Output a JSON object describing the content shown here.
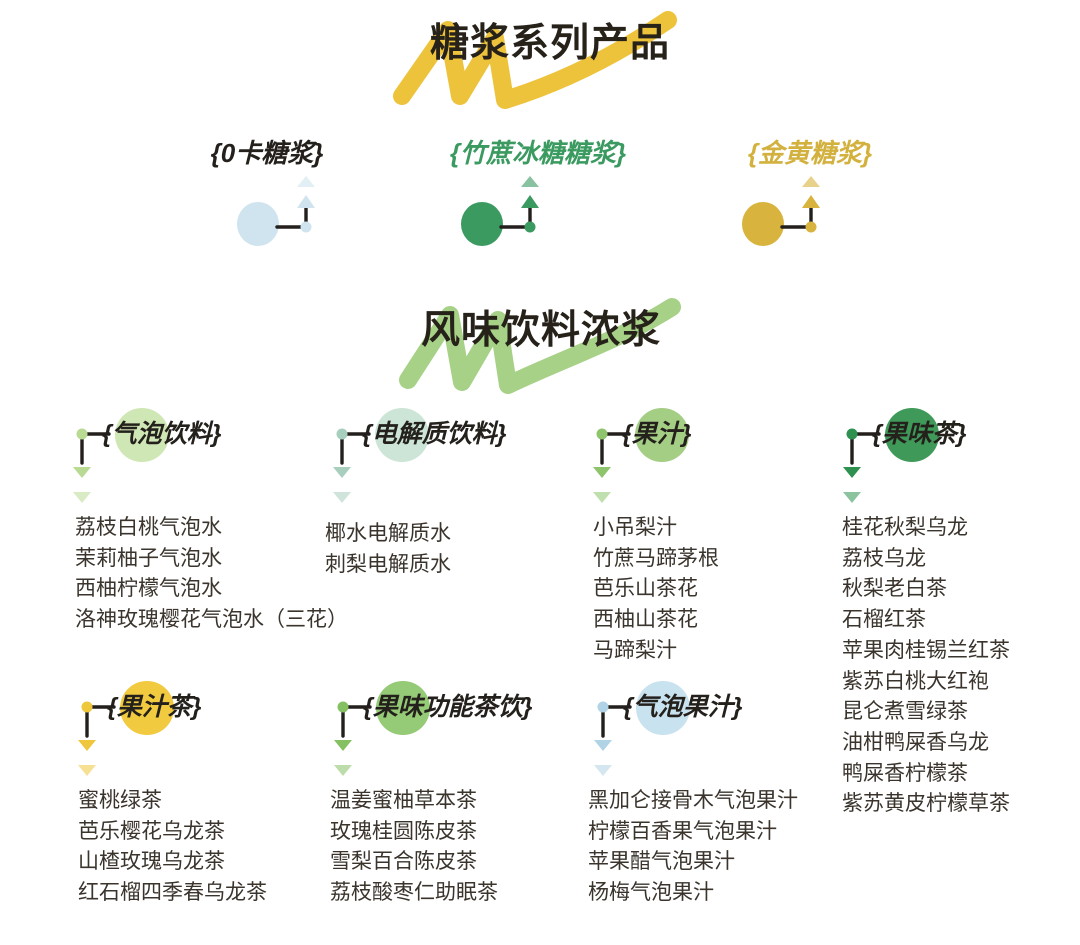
{
  "syrup_section": {
    "title": "糖浆系列产品",
    "underline_color": "#eec33c",
    "items": [
      {
        "label": "{0卡糖浆}",
        "text_color": "#24211d",
        "color": "#cfe4ee"
      },
      {
        "label": "{竹蔗冰糖糖浆}",
        "text_color": "#3b9a60",
        "color": "#3b9a60"
      },
      {
        "label": "{金黄糖浆}",
        "text_color": "#d3b13e",
        "color": "#d8b43e"
      }
    ]
  },
  "flavor_section": {
    "title": "风味饮料浓浆",
    "underline_color": "#a6d187",
    "categories": [
      {
        "label": "{气泡饮料}",
        "color": "#cfe7b4",
        "accent": "#b9da93",
        "items": [
          "荔枝白桃气泡水",
          "茉莉柚子气泡水",
          "西柚柠檬气泡水",
          "洛神玫瑰樱花气泡水（三花）"
        ]
      },
      {
        "label": "{电解质饮料}",
        "color": "#cce5d6",
        "accent": "#a8cfbe",
        "items": [
          "椰水电解质水",
          "刺梨电解质水"
        ]
      },
      {
        "label": "{果汁}",
        "color": "#a5ce85",
        "accent": "#8dc46c",
        "items": [
          "小吊梨汁",
          "竹蔗马蹄茅根",
          "芭乐山茶花",
          "西柚山茶花",
          "马蹄梨汁"
        ]
      },
      {
        "label": "{果味茶}",
        "color": "#3f9a59",
        "accent": "#2e9150",
        "items": [
          "桂花秋梨乌龙",
          "荔枝乌龙",
          "秋梨老白茶",
          "石榴红茶",
          "苹果肉桂锡兰红茶",
          "紫苏白桃大红袍",
          "昆仑煮雪绿茶",
          "油柑鸭屎香乌龙",
          "鸭屎香柠檬茶",
          "紫苏黄皮柠檬草茶"
        ]
      },
      {
        "label": "{果汁茶}",
        "color": "#f1ca40",
        "accent": "#eec73c",
        "items": [
          "蜜桃绿茶",
          "芭乐樱花乌龙茶",
          "山楂玫瑰乌龙茶",
          "红石榴四季春乌龙茶"
        ]
      },
      {
        "label": "{果味功能茶饮}",
        "color": "#95ca77",
        "accent": "#85c163",
        "items": [
          "温姜蜜柚草本茶",
          "玫瑰桂圆陈皮茶",
          "雪梨百合陈皮茶",
          "荔枝酸枣仁助眠茶"
        ]
      },
      {
        "label": "{气泡果汁}",
        "color": "#c9e2ef",
        "accent": "#b0d3e5",
        "items": [
          "黑加仑接骨木气泡果汁",
          "柠檬百香果气泡果汁",
          "苹果醋气泡果汁",
          "杨梅气泡果汁"
        ]
      }
    ]
  }
}
